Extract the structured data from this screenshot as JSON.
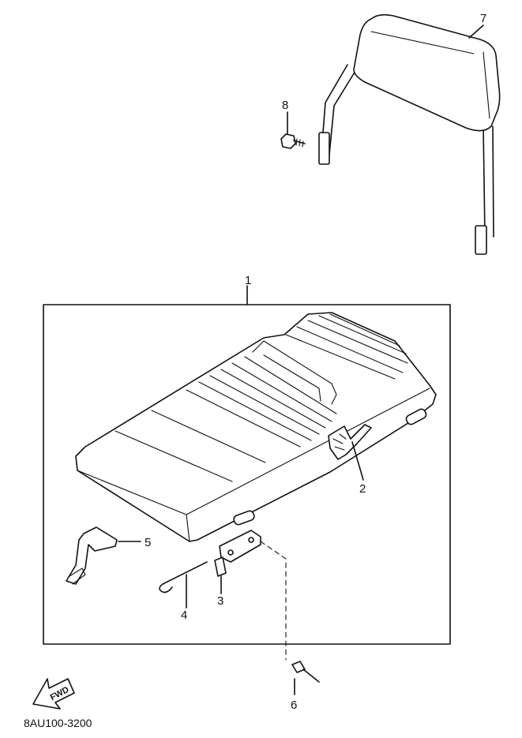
{
  "callouts": {
    "seat_assembly": "1",
    "emblem": "2",
    "hinge": "3",
    "spring_rod": "4",
    "latch_bracket": "5",
    "pin": "6",
    "backrest": "7",
    "bolt": "8"
  },
  "direction_arrow": "FWD",
  "diagram_code": "8AU100-3200"
}
